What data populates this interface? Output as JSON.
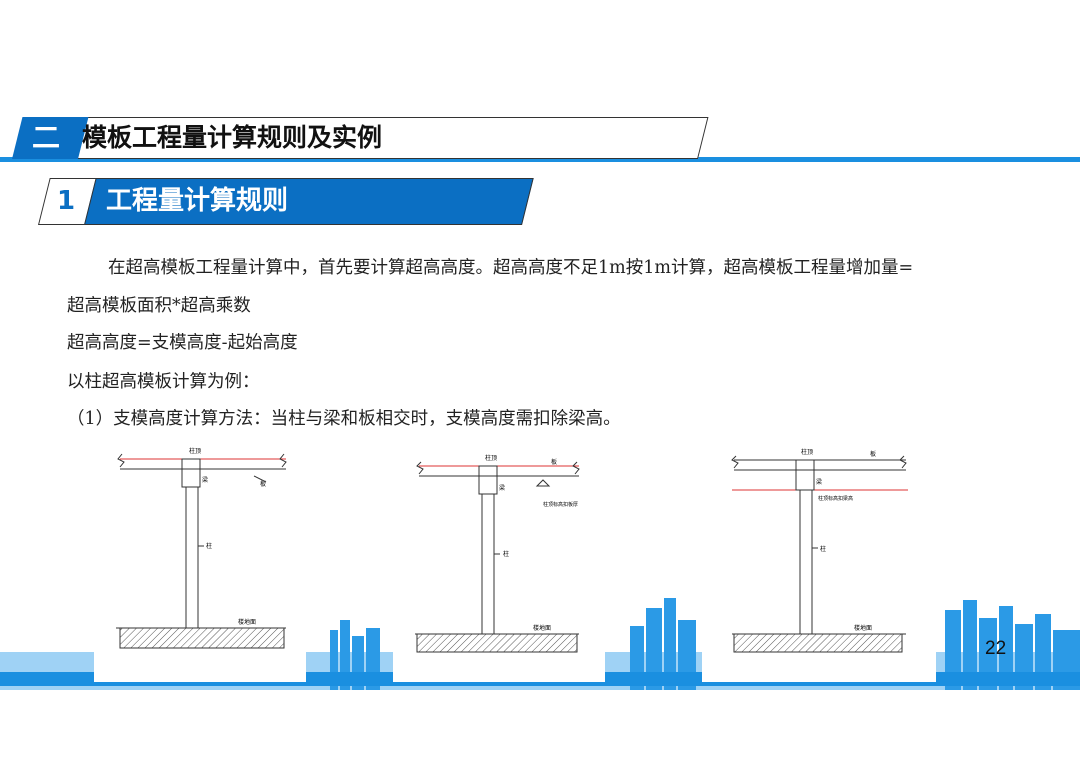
{
  "section": {
    "number": "二",
    "title": "模板工程量计算规则及实例"
  },
  "subsection": {
    "number": "1",
    "title": "工程量计算规则"
  },
  "body": {
    "line1": "在超高模板工程量计算中，首先要计算超高高度。超高高度不足1m按1m计算，超高模板工程量增加量=",
    "line2": "超高模板面积*超高乘数",
    "line3": "超高高度=支模高度-起始高度",
    "line4": "以柱超高模板计算为例：",
    "line5": "（1）支模高度计算方法：当柱与梁和板相交时，支模高度需扣除梁高。"
  },
  "diagrams": [
    {
      "top_label": "柱顶",
      "beam_label": "梁",
      "slab_label": "板",
      "column_label": "柱",
      "base_label": "楼地面"
    },
    {
      "top_label": "柱顶",
      "beam_label": "梁",
      "slab_label": "板",
      "note_label": "柱顶标高扣板厚",
      "column_label": "柱",
      "base_label": "楼地面"
    },
    {
      "top_label": "柱顶",
      "beam_label": "梁",
      "slab_label": "板",
      "note_label": "柱顶标高扣梁高",
      "column_label": "柱",
      "base_label": "楼地面"
    }
  ],
  "footer": {
    "page_number": "22",
    "accent_color": "#1a8fe0"
  }
}
